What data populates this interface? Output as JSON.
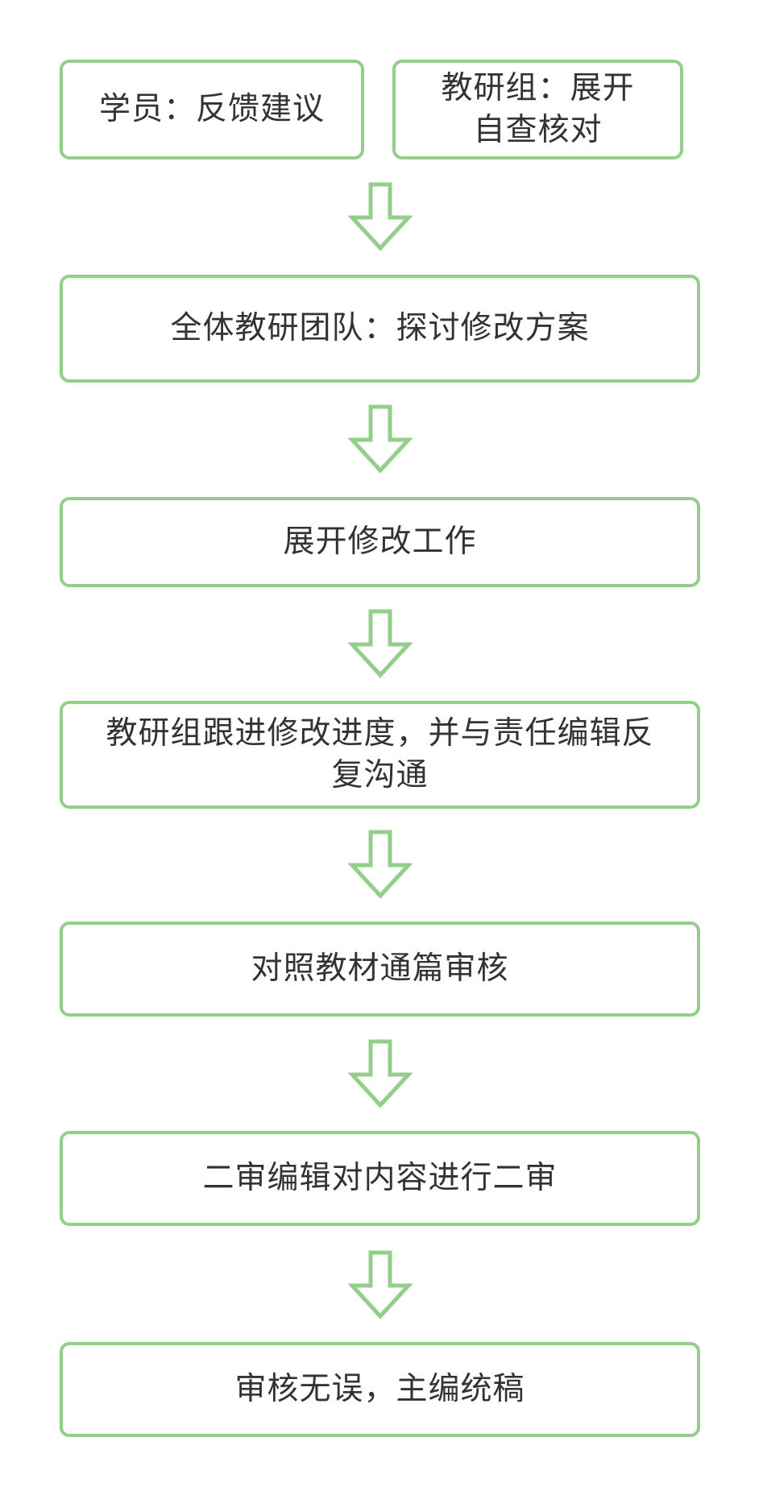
{
  "colors": {
    "border": "#93cf8a",
    "text": "#333333",
    "background": "#ffffff"
  },
  "steps": [
    {
      "id": "feedback",
      "label": "学员：反馈建议"
    },
    {
      "id": "self-check",
      "label": "教研组：展开自查核对"
    },
    {
      "id": "discuss",
      "label": "全体教研团队：探讨修改方案"
    },
    {
      "id": "revise",
      "label": "展开修改工作"
    },
    {
      "id": "follow-up",
      "label": "教研组跟进修改进度，并与责任编辑反复沟通"
    },
    {
      "id": "review",
      "label": "对照教材通篇审核"
    },
    {
      "id": "second-review",
      "label": "二审编辑对内容进行二审"
    },
    {
      "id": "final",
      "label": "审核无误，主编统稿"
    }
  ]
}
